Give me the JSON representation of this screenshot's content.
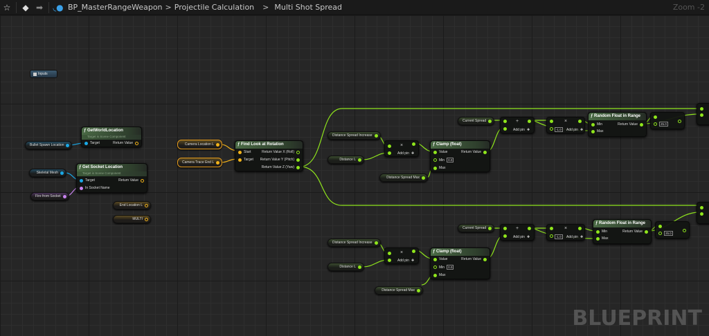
{
  "toolbar": {
    "icons": [
      "star-icon",
      "back-arrow-icon",
      "forward-arrow-icon",
      "blueprint-function-icon"
    ],
    "breadcrumb": [
      "BP_MasterRangeWeapon",
      "Projectile Calculation",
      "Multi Shot Spread"
    ],
    "separators": [
      ">",
      ">"
    ],
    "zoom": "Zoom -2"
  },
  "graph": {
    "inputs": "Inputs",
    "vars": {
      "bullet_spawn": "Bullet Spawn Location",
      "skeletal_mesh": "Skeletal Mesh",
      "fire_socket": "Fire from Socket",
      "end_location": "End Location L",
      "multi": "MULTI",
      "camera_location": "Camera Location L",
      "camera_trace_end": "Camera Trace End L",
      "dist_spread_inc": "Distance Spread Increase",
      "distance": "Distance L",
      "dist_spread_max": "Distance Spread Max",
      "current_spread": "Current Spread"
    },
    "get_world_location": {
      "title": "GetWorldLocation",
      "subtitle": "Target is Scene Component",
      "target": "Target",
      "ret": "Return Value"
    },
    "get_socket_location": {
      "title": "Get Socket Location",
      "subtitle": "Target is Scene Component",
      "target": "Target",
      "socket": "In Socket Name",
      "ret": "Return Value"
    },
    "find_look": {
      "title": "Find Look at Rotation",
      "start": "Start",
      "target": "Target",
      "x": "Return Value X (Roll)",
      "y": "Return Value Y (Pitch)",
      "z": "Return Value Z (Yaw)"
    },
    "clamp": {
      "title": "Clamp (float)",
      "value": "Value",
      "min": "Min",
      "min_val": "0.0",
      "max": "Max",
      "ret": "Return Value"
    },
    "math": {
      "mul": "×",
      "add": "+",
      "add_pin": "Add pin",
      "neg": "-1.0",
      "scale": "25.0"
    },
    "random": {
      "title": "Random Float in Range",
      "min": "Min",
      "max": "Max",
      "ret": "Return Value"
    }
  },
  "watermark": "BLUEPRINT",
  "colors": {
    "float_pin": "#8fe51c",
    "object_pin": "#1aa8e6",
    "name_pin": "#c883f0",
    "vector_pin": "#f3b31a"
  }
}
